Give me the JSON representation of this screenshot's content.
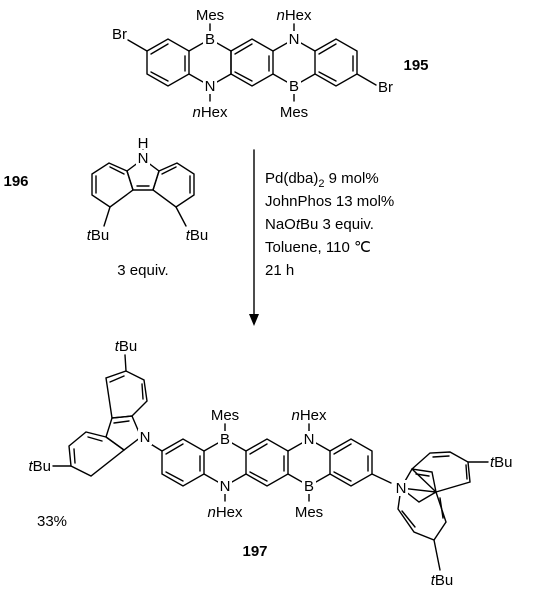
{
  "compounds": {
    "start": {
      "number": "195",
      "atoms": {
        "br_left": "Br",
        "br_right": "Br",
        "b_top": "B",
        "b_bottom": "B",
        "n_top": "N",
        "n_bottom": "N",
        "mes_top": "Mes",
        "mes_bottom": "Mes",
        "nhex_top": "nHex",
        "nhex_bottom": "nHex"
      }
    },
    "carbazole": {
      "number": "196",
      "atoms": {
        "nh": "H",
        "n": "N",
        "tbu_left": "tBu",
        "tbu_right": "tBu"
      },
      "amount": "3 equiv."
    },
    "product": {
      "number": "197",
      "yield": "33%",
      "atoms": {
        "b_top": "B",
        "b_bottom": "B",
        "n_top": "N",
        "n_bottom": "N",
        "n_cbz_left": "N",
        "n_cbz_right": "N",
        "mes_top": "Mes",
        "mes_bottom": "Mes",
        "nhex_top": "nHex",
        "nhex_bottom": "nHex",
        "tbu_left_top": "tBu",
        "tbu_left_bottom": "tBu",
        "tbu_right_top": "tBu",
        "tbu_right_bottom": "tBu"
      }
    }
  },
  "conditions": {
    "line1_main": "Pd(dba)",
    "line1_sub": "2",
    "line1_tail": " 9 mol%",
    "line2": "JohnPhos 13 mol%",
    "line3": "NaOtBu 3 equiv.",
    "line4": "Toluene, 110 ℃",
    "line5": "21 h"
  }
}
